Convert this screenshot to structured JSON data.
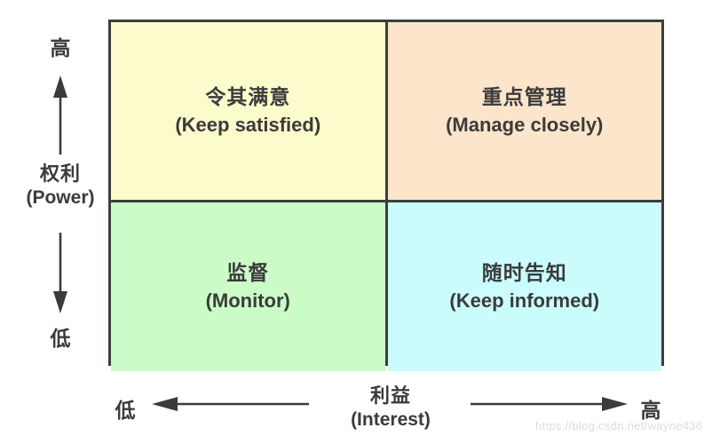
{
  "diagram": {
    "type": "power-interest-stakeholder-matrix",
    "quadrants": [
      {
        "position": "top-left",
        "zh": "令其满意",
        "en": "(Keep satisfied)",
        "color": "#fcfbcb"
      },
      {
        "position": "top-right",
        "zh": "重点管理",
        "en": "(Manage closely)",
        "color": "#fce5cb"
      },
      {
        "position": "bottom-left",
        "zh": "监督",
        "en": "(Monitor)",
        "color": "#cbfcc8"
      },
      {
        "position": "bottom-right",
        "zh": "随时告知",
        "en": "(Keep informed)",
        "color": "#cbfcfc"
      }
    ],
    "y_axis": {
      "zh": "权利",
      "en": "(Power)",
      "high": "高",
      "low": "低",
      "arrow_up": "arrow-up-icon",
      "arrow_down": "arrow-down-icon"
    },
    "x_axis": {
      "zh": "利益",
      "en": "(Interest)",
      "low": "低",
      "high": "高",
      "arrow_left": "arrow-left-icon",
      "arrow_right": "arrow-right-icon"
    },
    "border_color": "#3a3f3a",
    "text_color": "#3b3b3b"
  },
  "watermark": {
    "text": "https://blog.csdn.net/wayne436",
    "color": "#dcdcdc"
  }
}
